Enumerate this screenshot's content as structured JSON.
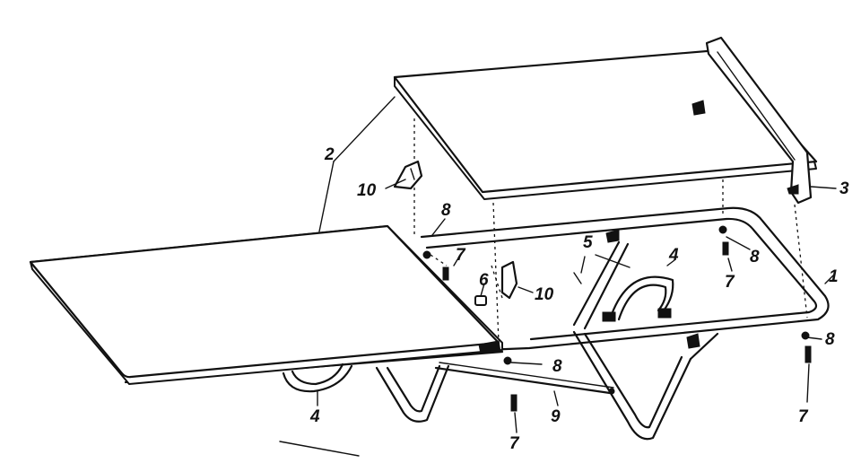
{
  "diagram": {
    "part_labels": [
      {
        "id": "1",
        "text": "1"
      },
      {
        "id": "2",
        "text": "2"
      },
      {
        "id": "3",
        "text": "3"
      },
      {
        "id": "4a",
        "text": "4"
      },
      {
        "id": "4b",
        "text": "4"
      },
      {
        "id": "5",
        "text": "5"
      },
      {
        "id": "6",
        "text": "6"
      },
      {
        "id": "7a",
        "text": "7"
      },
      {
        "id": "7b",
        "text": "7"
      },
      {
        "id": "7c",
        "text": "7"
      },
      {
        "id": "7d",
        "text": "7"
      },
      {
        "id": "8a",
        "text": "8"
      },
      {
        "id": "8b",
        "text": "8"
      },
      {
        "id": "8c",
        "text": "8"
      },
      {
        "id": "8d",
        "text": "8"
      },
      {
        "id": "9",
        "text": "9"
      },
      {
        "id": "10a",
        "text": "10"
      },
      {
        "id": "10b",
        "text": "10"
      }
    ]
  }
}
